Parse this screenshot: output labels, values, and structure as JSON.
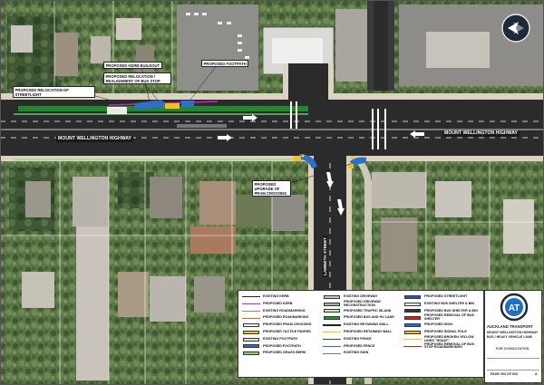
{
  "road": {
    "name_left": "MOUNT WELLINGTON HIGHWAY",
    "name_right": "MOUNT WELLINGTON HIGHWAY",
    "side_street": "LAMBETH STREET"
  },
  "callouts": [
    {
      "id": "kerb-buildout",
      "text": "PROPOSED KERB BUILDOUT"
    },
    {
      "id": "relocation-bus-stop",
      "text": "PROPOSED RELOCATION / REALIGNMENT OF BUS STOP"
    },
    {
      "id": "footpath",
      "text": "PROPOSED FOOTPATH"
    },
    {
      "id": "relocation-streetlight",
      "text": "PROPOSED RELOCATION OF STREETLIGHT"
    },
    {
      "id": "pram-crossing",
      "text": "PROPOSED UPGRADE OF PRAM CROSSING"
    }
  ],
  "legend": {
    "col1": [
      {
        "label": "EXISTING KERB",
        "kind": "line",
        "color": "#222222"
      },
      {
        "label": "PROPOSED KERB",
        "kind": "line",
        "color": "#d21fd2"
      },
      {
        "label": "EXISTING ROADMARKING",
        "kind": "line",
        "color": "#888888"
      },
      {
        "label": "PROPOSED ROADMARKING",
        "kind": "line",
        "color": "#e06a14"
      },
      {
        "label": "PROPOSED PRAM CROSSING",
        "kind": "box",
        "color": "#ffffff"
      },
      {
        "label": "PROPOSED TACTILE PAVERS",
        "kind": "box",
        "color": "#f2c21b"
      },
      {
        "label": "EXISTING FOOTPATH",
        "kind": "box",
        "color": "#e8e0c8"
      },
      {
        "label": "PROPOSED FOOTPATH",
        "kind": "box",
        "color": "#2f6fc6"
      },
      {
        "label": "PROPOSED GRASS BERM",
        "kind": "box",
        "color": "#8fd16a"
      }
    ],
    "col2": [
      {
        "label": "EXISTING DRIVEWAY",
        "kind": "box",
        "color": "#b9cfb9"
      },
      {
        "label": "PROPOSED DRIVEWAY RECONSTRUCTION",
        "kind": "box",
        "color": "#9bb89b"
      },
      {
        "label": "PROPOSED TRAFFIC ISLAND",
        "kind": "box",
        "color": "#bfe6bf"
      },
      {
        "label": "PROPOSED BUS AND HV LANE",
        "kind": "box",
        "color": "#1f9a2e"
      },
      {
        "label": "EXISTING RETAINING WALL",
        "kind": "line",
        "color": "#222222"
      },
      {
        "label": "PROPOSED RETAINING WALL",
        "kind": "line",
        "color": "#f2c21b"
      },
      {
        "label": "EXISTING FENCE",
        "kind": "line",
        "color": "#444444"
      },
      {
        "label": "PROPOSED FENCE",
        "kind": "line",
        "color": "#2b6cd6"
      },
      {
        "label": "EXISTING SIGN",
        "kind": "line",
        "color": "#777777"
      }
    ],
    "col3": [
      {
        "label": "PROPOSED STREETLIGHT",
        "kind": "box",
        "color": "#2b4fd6"
      },
      {
        "label": "EXISTING BUS SHELTER & BIN",
        "kind": "box",
        "color": "#ffffff"
      },
      {
        "label": "PROPOSED BUS SHELTER & BIN",
        "kind": "box",
        "color": "#333333"
      },
      {
        "label": "PROPOSED REMOVAL OF BUS SHELTER",
        "kind": "box",
        "color": "#d61f1f"
      },
      {
        "label": "PROPOSED SIGN",
        "kind": "box",
        "color": "#2b6cd6"
      },
      {
        "label": "PROPOSED SIGNAL POLE",
        "kind": "box",
        "color": "#f2c21b"
      },
      {
        "label": "PROPOSED BROKEN YELLOW LINES \"NSAAT\"",
        "kind": "line",
        "color": "#f2c21b"
      },
      {
        "label": "PROPOSED REMOVAL OF BUS STOP ROADMARKINGS",
        "kind": "line",
        "color": "#d61f1f"
      }
    ]
  },
  "title_block": {
    "logo_text": "AT",
    "org": "AUCKLAND TRANSPORT",
    "project_1": "MOUNT WELLINGTON HIGHWAY",
    "project_2": "BUS / HEAVY VEHICLE LANE",
    "status": "FOR CONSULTATION",
    "page": "PAGE 003 OF 003",
    "revision": "A"
  },
  "colors": {
    "aerial_green": "#4f6a3e",
    "road": "#2b2b2b",
    "bus_lane": "#1f9a2e",
    "footpath": "#2f6fc6",
    "tactile": "#f2c21b"
  },
  "icons": [
    "north-arrow-icon",
    "at-logo-icon"
  ]
}
